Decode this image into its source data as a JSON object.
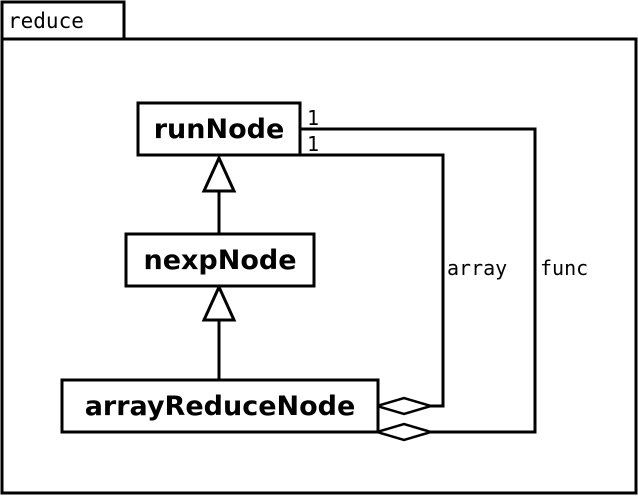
{
  "package": {
    "name": "reduce"
  },
  "classes": {
    "run_node": "runNode",
    "nexp_node": "nexpNode",
    "array_reduce_node": "arrayReduceNode"
  },
  "associations": {
    "array": {
      "role": "array",
      "multiplicity": "1"
    },
    "func": {
      "role": "func",
      "multiplicity": "1"
    }
  }
}
